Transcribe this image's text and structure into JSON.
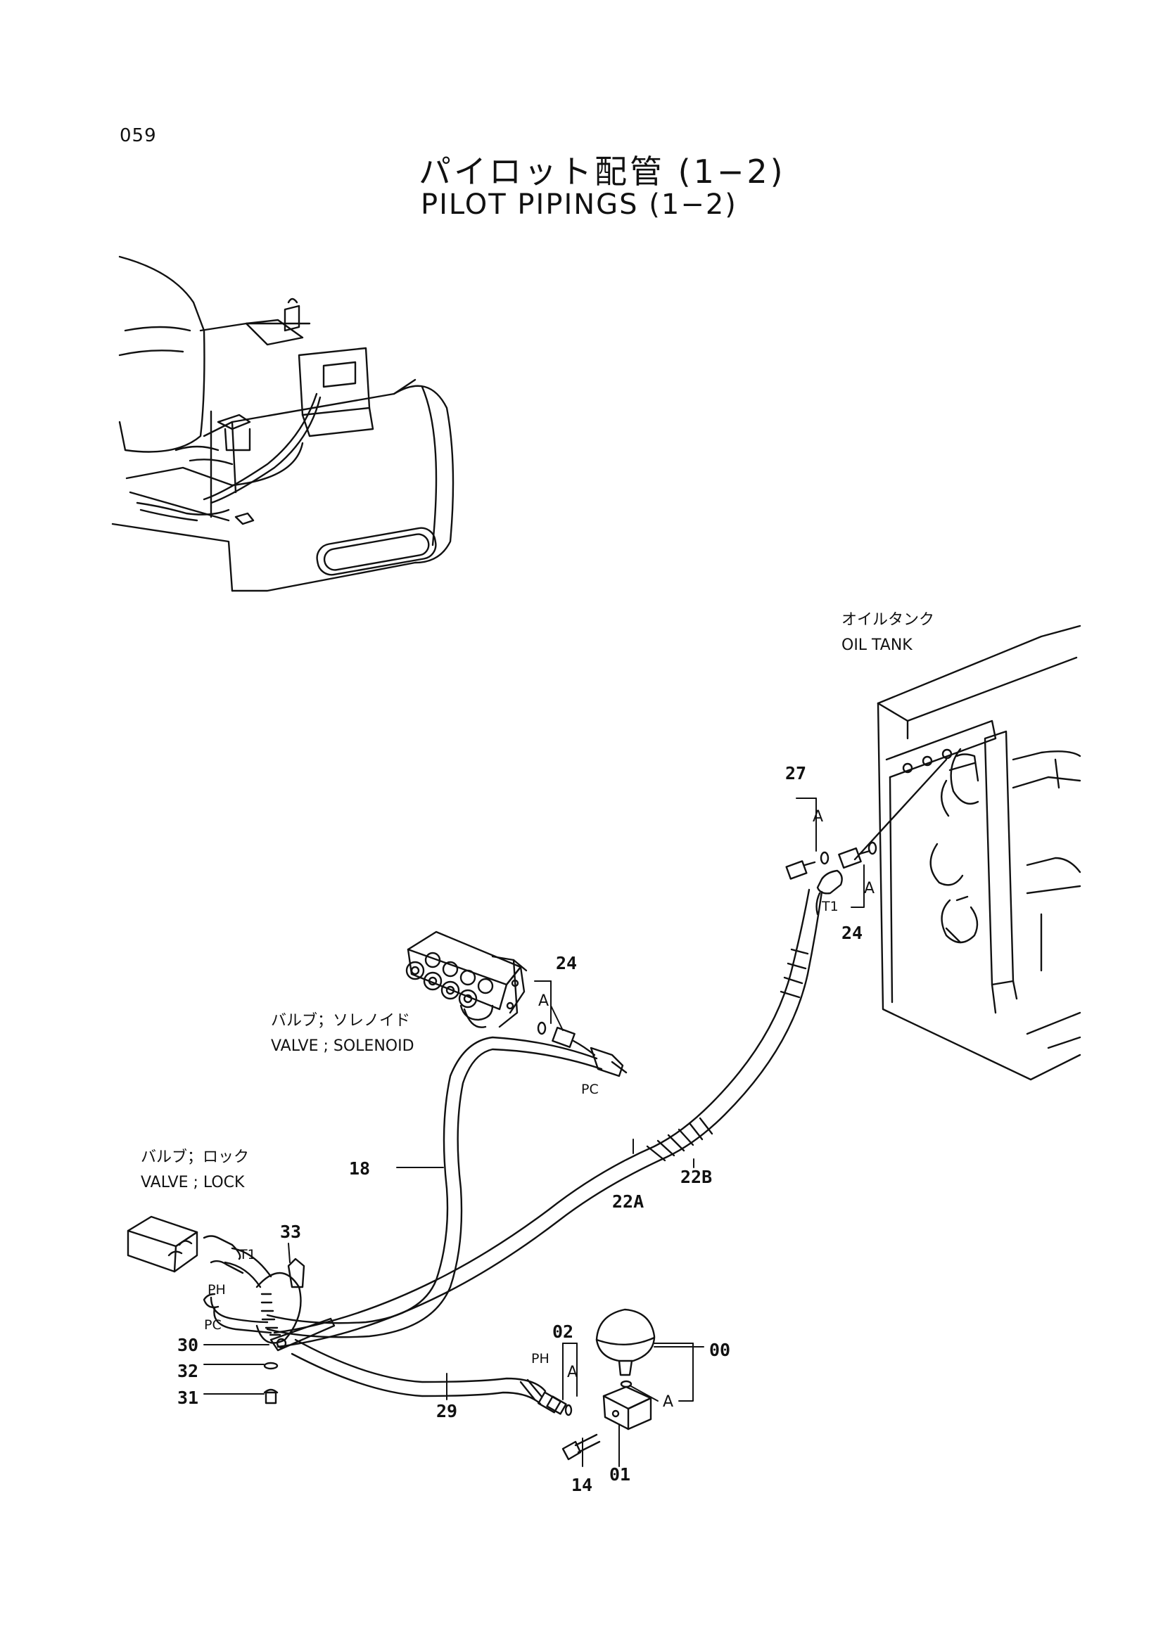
{
  "header": {
    "page_number": "059",
    "title_jp": "パイロット配管 (1−2)",
    "title_en": "PILOT PIPINGS (1−2)"
  },
  "components": {
    "oil_tank_jp": "オイルタンク",
    "oil_tank_en": "OIL TANK",
    "solenoid_jp": "バルブ；ソレノイド",
    "solenoid_en": "VALVE ; SOLENOID",
    "lock_jp": "バルブ；ロック",
    "lock_en": "VALVE ; LOCK"
  },
  "ports": {
    "t1_a": "T1",
    "t1_b": "T1",
    "pc_a": "PC",
    "pc_b": "PC",
    "ph_a": "PH",
    "ph_b": "PH",
    "a1": "A",
    "a2": "A",
    "a3": "A",
    "a4": "A",
    "a5": "A"
  },
  "part_numbers": {
    "p27": "27",
    "p24a": "24",
    "p24b": "24",
    "p18": "18",
    "p22b": "22B",
    "p22a": "22A",
    "p33": "33",
    "p30": "30",
    "p32": "32",
    "p31": "31",
    "p29": "29",
    "p02": "02",
    "p00": "00",
    "p14": "14",
    "p01": "01"
  }
}
